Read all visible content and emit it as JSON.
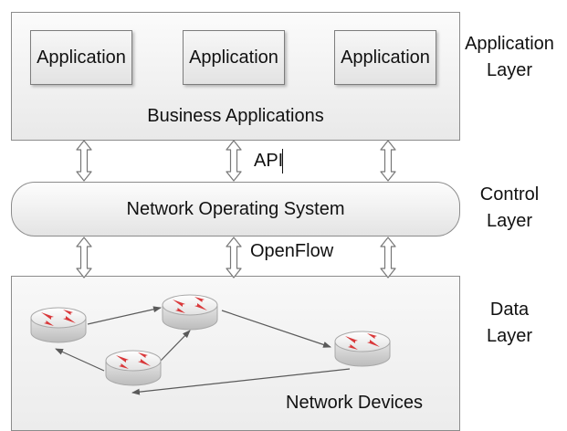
{
  "application_layer": {
    "apps": [
      "Application",
      "Application",
      "Application"
    ],
    "title": "Business Applications",
    "side_label_line1": "Application",
    "side_label_line2": "Layer"
  },
  "control_layer": {
    "title": "Network Operating System",
    "api_label": "API",
    "side_label_line1": "Control",
    "side_label_line2": "Layer"
  },
  "data_layer": {
    "openflow_label": "OpenFlow",
    "title": "Network Devices",
    "side_label_line1": "Data",
    "side_label_line2": "Layer"
  },
  "icons": {
    "interface": "double-headed-arrow-icon",
    "device": "router-icon"
  },
  "colors": {
    "router_arrow": "#d9383a",
    "router_body": "#e4e4e4",
    "border": "#8c8c8c",
    "connector": "#5a5a5a"
  }
}
